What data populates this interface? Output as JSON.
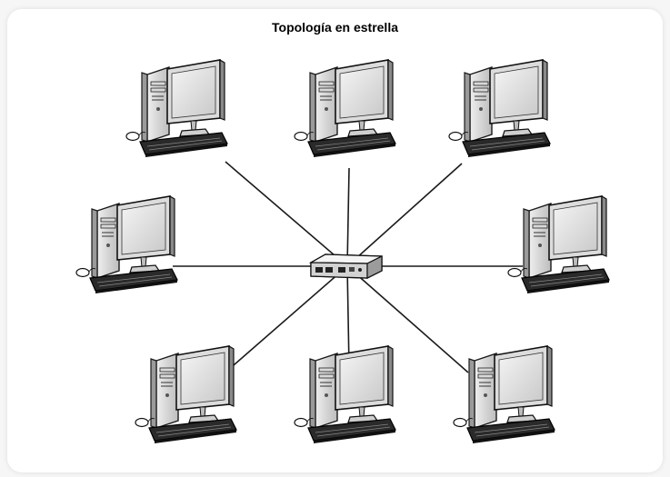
{
  "title": "Topología en estrella",
  "hub": {
    "icon": "network-switch-icon"
  },
  "nodes": [
    {
      "id": "workstation-top-left",
      "icon": "desktop-computer-icon"
    },
    {
      "id": "workstation-top-center",
      "icon": "desktop-computer-icon"
    },
    {
      "id": "workstation-top-right",
      "icon": "desktop-computer-icon"
    },
    {
      "id": "workstation-middle-left",
      "icon": "desktop-computer-icon"
    },
    {
      "id": "workstation-middle-right",
      "icon": "desktop-computer-icon"
    },
    {
      "id": "workstation-bottom-left",
      "icon": "desktop-computer-icon"
    },
    {
      "id": "workstation-bottom-center",
      "icon": "desktop-computer-icon"
    },
    {
      "id": "workstation-bottom-right",
      "icon": "desktop-computer-icon"
    }
  ],
  "links": [
    [
      "hub",
      "workstation-top-left"
    ],
    [
      "hub",
      "workstation-top-center"
    ],
    [
      "hub",
      "workstation-top-right"
    ],
    [
      "hub",
      "workstation-middle-left"
    ],
    [
      "hub",
      "workstation-middle-right"
    ],
    [
      "hub",
      "workstation-bottom-left"
    ],
    [
      "hub",
      "workstation-bottom-center"
    ],
    [
      "hub",
      "workstation-bottom-right"
    ]
  ]
}
